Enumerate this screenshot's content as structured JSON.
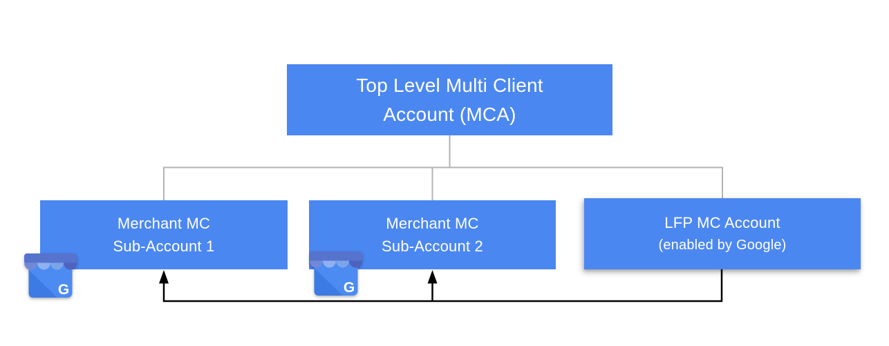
{
  "nodes": {
    "mca": {
      "line1": "Top Level Multi Client",
      "line2": "Account (MCA)"
    },
    "sub1": {
      "line1": "Merchant MC",
      "line2": "Sub-Account 1"
    },
    "sub2": {
      "line1": "Merchant MC",
      "line2": "Sub-Account 2"
    },
    "lfp": {
      "line1": "LFP MC Account",
      "line2": "(enabled by Google)"
    }
  },
  "icons": {
    "gmb_name": "google-my-business-storefront-icon",
    "gmb_g_label": "G"
  },
  "edges": {
    "tree": [
      {
        "from": "mca",
        "to": "sub1"
      },
      {
        "from": "mca",
        "to": "sub2"
      },
      {
        "from": "mca",
        "to": "lfp"
      }
    ],
    "arrows": [
      {
        "from": "lfp",
        "to": "sub1"
      },
      {
        "from": "lfp",
        "to": "sub2"
      }
    ]
  },
  "colors": {
    "background": "#ffffff",
    "node_fill": "#4b87f0",
    "node_text": "#ffffff",
    "tree_line": "#b3b3b3",
    "arrow_line": "#000000"
  }
}
